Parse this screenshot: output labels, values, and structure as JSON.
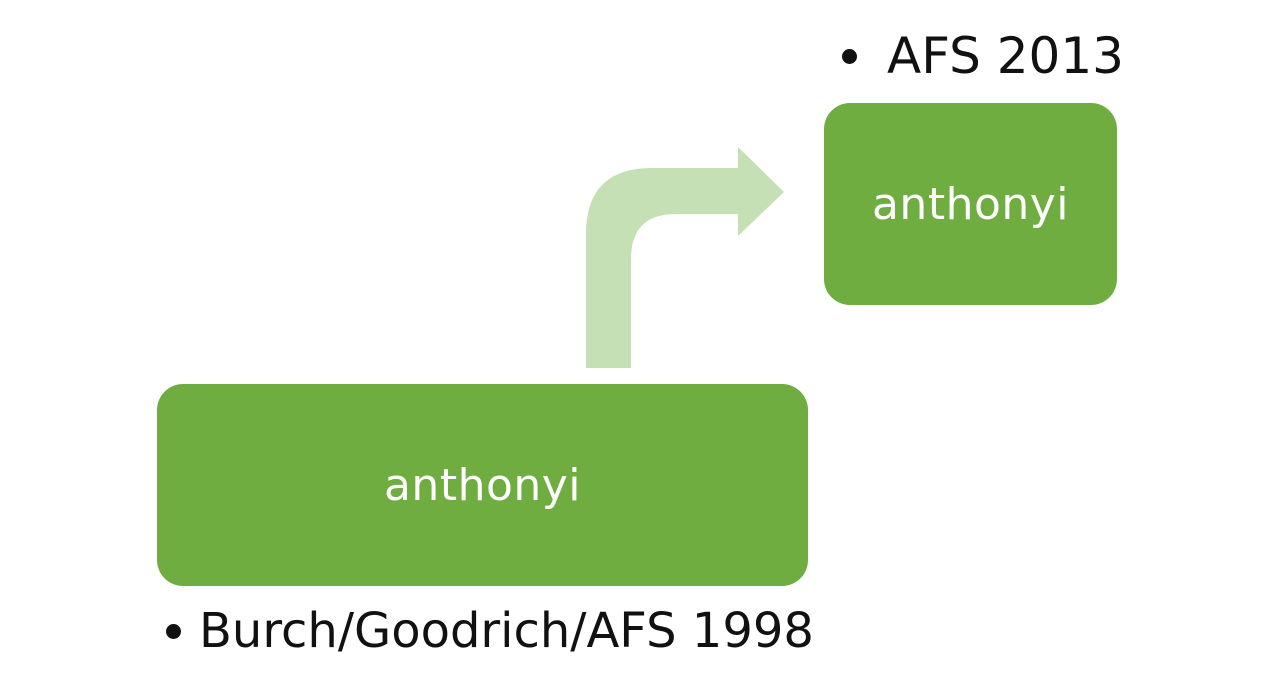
{
  "diagram": {
    "nodes": [
      {
        "id": "bottom",
        "label": "anthonyi"
      },
      {
        "id": "top",
        "label": "anthonyi"
      }
    ],
    "notes": {
      "top": "AFS 2013",
      "bottom": "Burch/Goodrich/AFS 1998"
    },
    "colors": {
      "node_fill": "#70ad40",
      "node_text": "#ffffff",
      "arrow_fill": "#c5e0b4",
      "note_text": "#111111"
    }
  }
}
